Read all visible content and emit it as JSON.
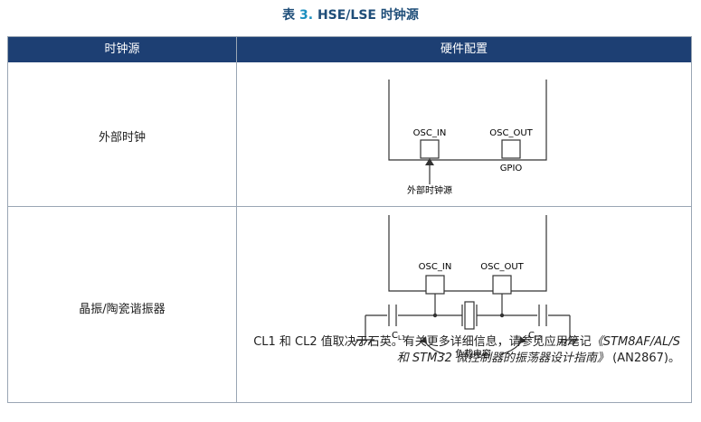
{
  "caption": {
    "prefix": "表",
    "number": "3.",
    "text": "HSE/LSE 时钟源"
  },
  "header": {
    "col1": "时钟源",
    "col2": "硬件配置"
  },
  "rows": [
    {
      "label": "外部时钟",
      "pins": {
        "in": "OSC_IN",
        "out": "OSC_OUT"
      },
      "gpio": "GPIO",
      "source": "外部时钟源"
    },
    {
      "label": "晶振/陶瓷谐振器",
      "pins": {
        "in": "OSC_IN",
        "out": "OSC_OUT"
      },
      "cl1": {
        "base": "C",
        "sub": "L1"
      },
      "cl2": {
        "base": "C",
        "sub": "L2"
      },
      "load": "负载电容",
      "note": {
        "part1": "CL1 和 CL2 值取决于石英。有关更多详细信息，请参见应用笔记",
        "title1": "《STM8AF/AL/S",
        "title2": "和 STM32 微控制器的振荡器设计指南》",
        "part2": "(AN2867)。"
      }
    }
  ]
}
